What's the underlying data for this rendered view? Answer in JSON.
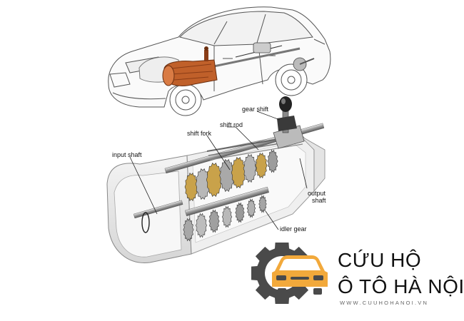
{
  "labels": {
    "gear_shift": "gear shift",
    "shift_rod": "shift rod",
    "shift_fork": "shift fork",
    "input_shaft_1": "input shaft",
    "output_shaft_1": "output",
    "output_shaft_2": "shaft",
    "idler_gear": "idler gear"
  },
  "logo": {
    "line1": "CỨU HỘ",
    "line2": "Ô TÔ HÀ NỘI",
    "website": "WWW.CUUHOHANOI.VN"
  },
  "colors": {
    "brand_orange": "#F2A93B",
    "brand_gray": "#4A4A4A",
    "gearbox_copper": "#C0602A"
  }
}
